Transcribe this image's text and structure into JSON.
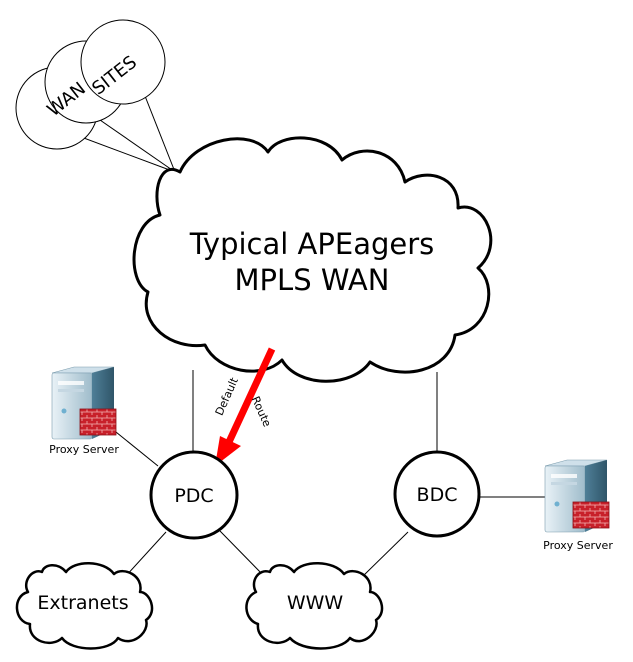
{
  "wan_sites": {
    "word1": "WAN",
    "word2": "SITES"
  },
  "cloud": {
    "line1": "Typical APEagers",
    "line2": "MPLS WAN"
  },
  "arrow": {
    "word1": "Default",
    "word2": "Route",
    "color": "#ff0000"
  },
  "nodes": {
    "pdc": "PDC",
    "bdc": "BDC"
  },
  "servers": {
    "left": "Proxy Server",
    "right": "Proxy Server"
  },
  "clouds_small": {
    "extranets": "Extranets",
    "www": "WWW"
  },
  "colors": {
    "stroke": "#000000",
    "server_body": "#5d8fa6",
    "firewall": "#c8202a"
  }
}
